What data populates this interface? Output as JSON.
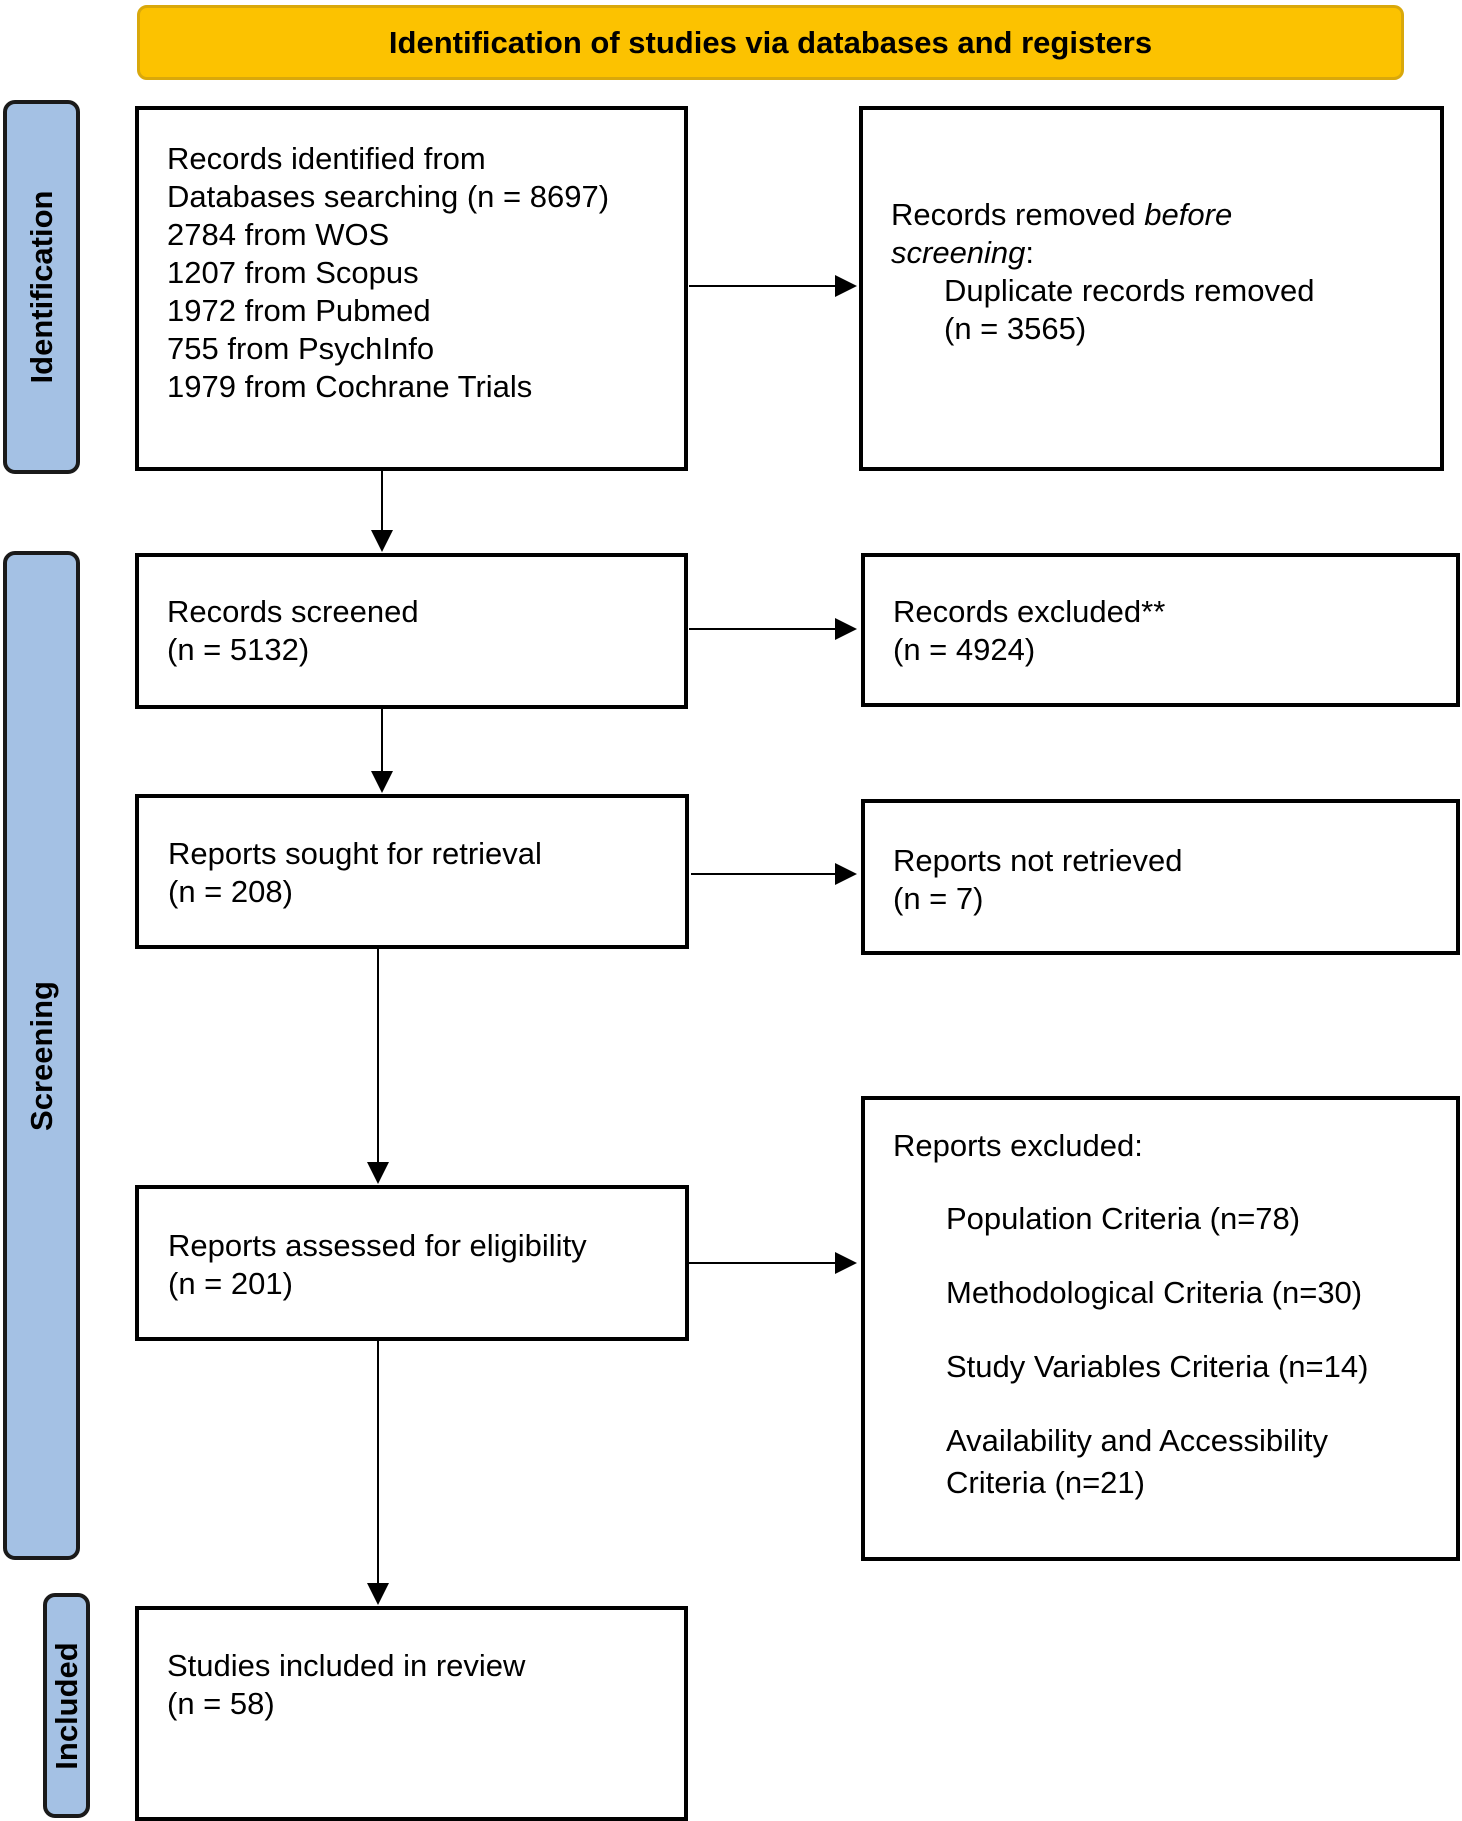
{
  "header": {
    "title": "Identification of studies via databases and registers"
  },
  "phases": {
    "identification": "Identification",
    "screening": "Screening",
    "included": "Included"
  },
  "boxes": {
    "records_identified": {
      "lines": [
        "Records identified from",
        "Databases searching (n = 8697)",
        "2784 from WOS",
        "1207 from Scopus",
        "1972 from Pubmed",
        "755 from PsychInfo",
        "1979 from Cochrane Trials"
      ]
    },
    "records_removed": {
      "prefix": "Records removed ",
      "emph1": "before",
      "emph2": "screening",
      "suffix": ":",
      "detail": "Duplicate records removed",
      "count": "(n = 3565)"
    },
    "records_screened": {
      "label": "Records screened",
      "count": "(n = 5132)"
    },
    "records_excluded": {
      "label": "Records excluded**",
      "count": "(n = 4924)"
    },
    "reports_sought": {
      "label": "Reports sought for retrieval",
      "count": "(n = 208)"
    },
    "reports_not_retrieved": {
      "label": "Reports not retrieved",
      "count": "(n = 7)"
    },
    "reports_assessed": {
      "label": "Reports assessed for eligibility",
      "count": "(n = 201)"
    },
    "reports_excluded": {
      "label": "Reports excluded:",
      "reasons": [
        "Population Criteria (n=78)",
        "Methodological Criteria (n=30)",
        "Study Variables Criteria (n=14)",
        "Availability and Accessibility",
        "Criteria (n=21)"
      ]
    },
    "studies_included": {
      "label": "Studies included in review",
      "count": "(n = 58)"
    }
  }
}
